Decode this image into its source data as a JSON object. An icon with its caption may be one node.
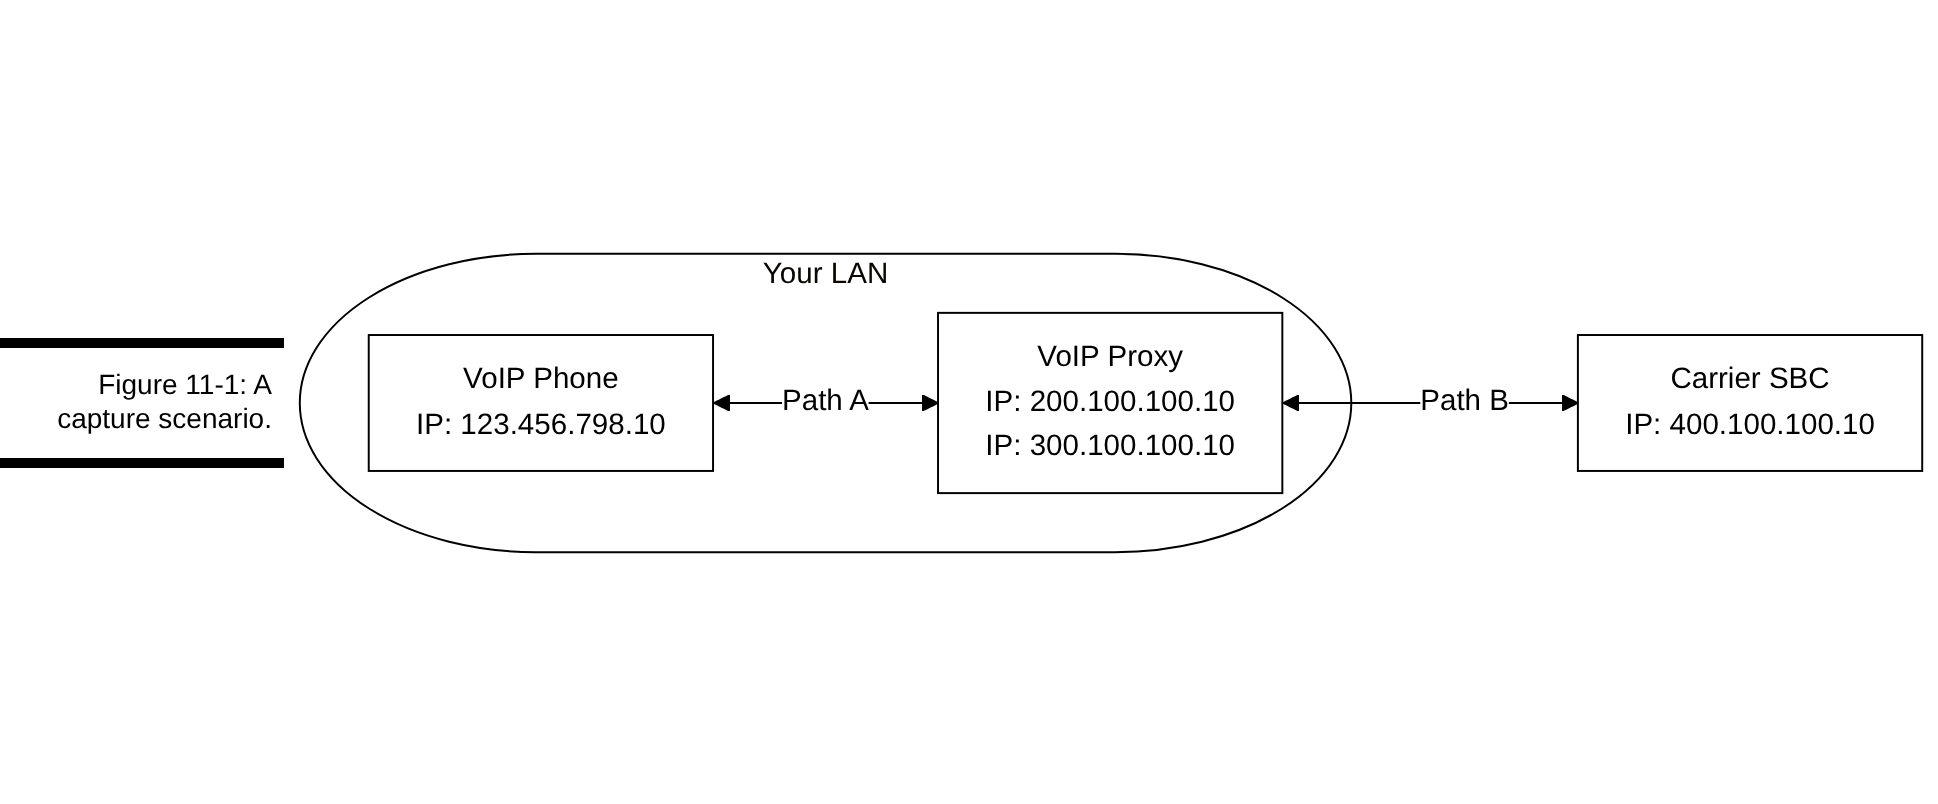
{
  "diagram": {
    "caption": "Figure 11-1: A capture scenario.",
    "nodes": [
      {
        "text": [
          "Your LAN"
        ]
      },
      {
        "text": [
          "VoIP Phone",
          "IP: 123.456.798.10"
        ],
        "in": 0
      },
      {
        "text": [
          "VoIP Proxy",
          "IP: 200.100.100.10",
          "IP: 300.100.100.10"
        ],
        "in": 0
      },
      {
        "text": [
          "Carrier SBC",
          "IP: 400.100.100.10"
        ]
      }
    ],
    "edges": [
      {
        "from": 1,
        "to": 2,
        "arrow": "both",
        "label": "Path A"
      },
      {
        "from": 2,
        "to": 3,
        "arrow": "both",
        "label": "Path B"
      }
    ]
  }
}
